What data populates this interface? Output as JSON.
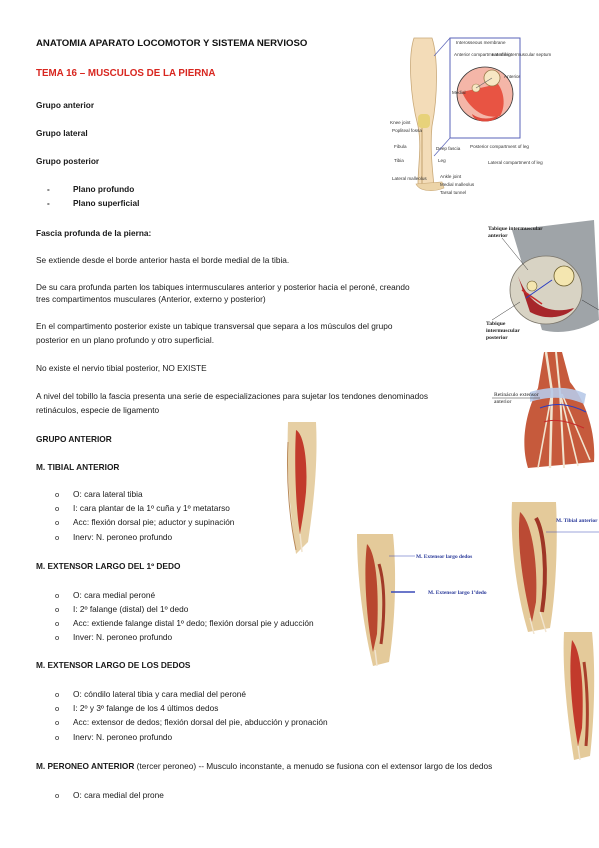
{
  "header": {
    "title": "ANATOMIA APARATO LOCOMOTOR Y SISTEMA NERVIOSO",
    "topic": "TEMA 16 – MUSCULOS DE LA PIERNA"
  },
  "groups": [
    "Grupo anterior",
    "Grupo lateral",
    "Grupo posterior"
  ],
  "planes": [
    "Plano profundo",
    "Plano superficial"
  ],
  "fascia": {
    "heading": "Fascia profunda de la pierna:",
    "p1": "Se extiende desde el borde anterior hasta el borde medial de la tibia.",
    "p2_l1": "De su cara profunda parten los tabiques intermusculares anterior y posterior hacia el peroné, creando",
    "p2_l2": "tres compartimentos musculares (Anterior, externo y posterior)",
    "p3_l1": "En el compartimento posterior existe un tabique transversal que separa a los músculos del grupo",
    "p3_l2": "posterior en un plano profundo y otro superficial.",
    "p4": "No existe el nervio tibial posterior, NO EXISTE",
    "p5_l1": "A nivel del tobillo la fascia presenta una serie de especializaciones para sujetar los tendones denominados",
    "p5_l2": "retináculos, especie de ligamento"
  },
  "anterior": {
    "heading": "GRUPO ANTERIOR",
    "tibial": {
      "heading": "M. TIBIAL ANTERIOR",
      "items": [
        "O: cara lateral tibia",
        "I: cara plantar de la 1º cuña y 1º metatarso",
        "Acc: flexión dorsal pie; aductor y supinación",
        "Inerv: N. peroneo profundo"
      ]
    },
    "ext_dedo": {
      "heading": "M. EXTENSOR LARGO DEL 1º DEDO",
      "items": [
        "O: cara medial peroné",
        "I: 2º falange (distal) del 1º dedo",
        "Acc: extiende falange distal 1º dedo; flexión dorsal pie y aducción",
        "Inver: N. peroneo profundo"
      ]
    },
    "ext_dedos": {
      "heading": "M. EXTENSOR LARGO DE LOS DEDOS",
      "items": [
        "O: cóndilo lateral tibia y cara medial del peroné",
        "I: 2º y 3º falange de los 4 últimos dedos",
        "Acc: extensor de dedos; flexión dorsal del pie, abducción y pronación",
        "Inerv: N. peroneo profundo"
      ]
    },
    "peroneo": {
      "heading": "M. PERONEO ANTERIOR",
      "note": " (tercer peroneo)  -- Musculo inconstante, a menudo se fusiona con el extensor largo de los dedos",
      "items": [
        "O: cara medial del prone"
      ]
    }
  },
  "figures": {
    "cross_section": {
      "labels_left": [
        "Knee joint",
        "Popliteal fossa",
        "Fibula",
        "Tibia",
        "Lateral malleolus"
      ],
      "labels_mid": [
        "Deep fascia",
        "Leg",
        "Ankle joint",
        "Medial malleolus",
        "Tarsal tunnel"
      ],
      "labels_right": [
        "Interosseous membrane",
        "Anterior compartment of leg",
        "Lateral intermuscular septum",
        "Anterior",
        "Medial",
        "Posterior compartment of leg",
        "Lateral compartment of leg"
      ]
    },
    "tabiques": {
      "top_l1": "Tabique intermuscular",
      "top_l2": "anterior",
      "bottom_l1": "Tabique",
      "bottom_l2": "intermuscular",
      "bottom_l3": "posterior"
    },
    "retinaculo": {
      "l1": "Retináculo extensor",
      "l2": "anterior"
    },
    "extensores": {
      "l1": "M. Extensor largo dedos",
      "l2": "M. Extensor largo 1ºdedo",
      "l3": "M. Tibial anterior"
    }
  },
  "colors": {
    "accent": "#d8261f",
    "muscle": "#c96a4e",
    "bone": "#e9d6a8",
    "label_blue": "#2a3a9a"
  }
}
